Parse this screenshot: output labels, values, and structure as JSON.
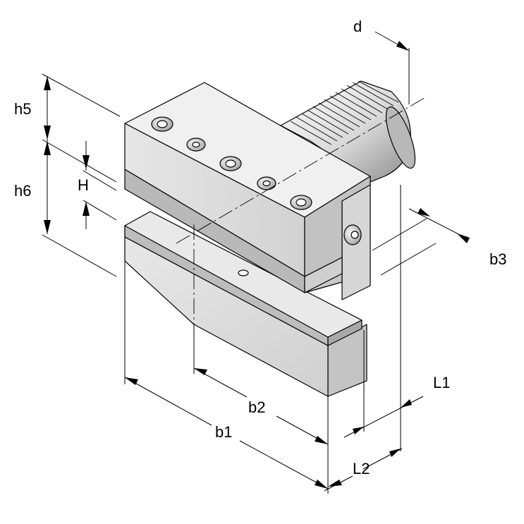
{
  "dimensions": {
    "d": "d",
    "h5": "h5",
    "h6": "h6",
    "H": "H",
    "b3": "b3",
    "L1": "L1",
    "L2": "L2",
    "b1": "b1",
    "b2": "b2"
  },
  "colors": {
    "body_top": "#f2f2f2",
    "body_front": "#dcdcdc",
    "body_side": "#bdbdbd",
    "strip": "#b5b5b5",
    "shaft_light": "#f7f7f7",
    "shaft_dark": "#8c8c8c",
    "line": "#000000"
  }
}
